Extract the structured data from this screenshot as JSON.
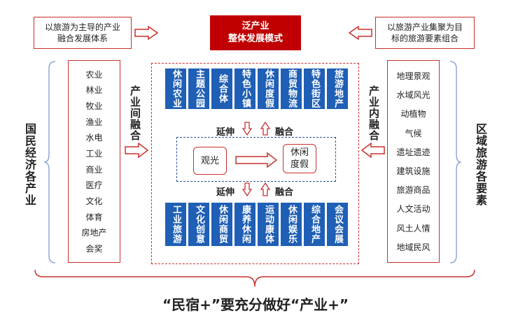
{
  "header": {
    "title_line1": "泛产业",
    "title_line2": "整体发展模式",
    "left_note_line1": "以旅游为主导的产业",
    "left_note_line2": "融合发展体系",
    "right_note_line1": "以旅游产业集聚为目",
    "right_note_line2": "标的旅游要素组合"
  },
  "left": {
    "side_label": "国民经济各产业",
    "industries": [
      "农业",
      "林业",
      "牧业",
      "渔业",
      "水电",
      "工业",
      "商业",
      "医疗",
      "文化",
      "体育",
      "房地产",
      "会奖"
    ],
    "fusion_label": "产业间融合"
  },
  "right": {
    "side_label": "区域旅游各要素",
    "elements": [
      "地理景观",
      "水域风光",
      "动植物",
      "气候",
      "遗址遗迹",
      "建筑设施",
      "旅游商品",
      "人文活动",
      "风土人情",
      "地域民风"
    ],
    "fusion_label": "产业内融合"
  },
  "center": {
    "top_tiles": [
      "休闲农业",
      "主题公园",
      "综合体",
      "特色小镇",
      "休闲度假",
      "商贸物流",
      "特色街区",
      "旅游地产"
    ],
    "bottom_tiles": [
      "工业旅游",
      "文化创意",
      "休闲商贸",
      "康养休闲",
      "运动康体",
      "休闲娱乐",
      "综合地产",
      "会议会展"
    ],
    "extend_label": "延伸",
    "merge_label": "融合",
    "sightseeing": "观光",
    "leisure_line1": "休闲",
    "leisure_line2": "度假"
  },
  "footer": {
    "slogan": "“民宿+”要充分做好“产业+”"
  },
  "colors": {
    "red": "#c00000",
    "blue": "#1f5fb5",
    "dash_blue": "#2b4f9e"
  }
}
